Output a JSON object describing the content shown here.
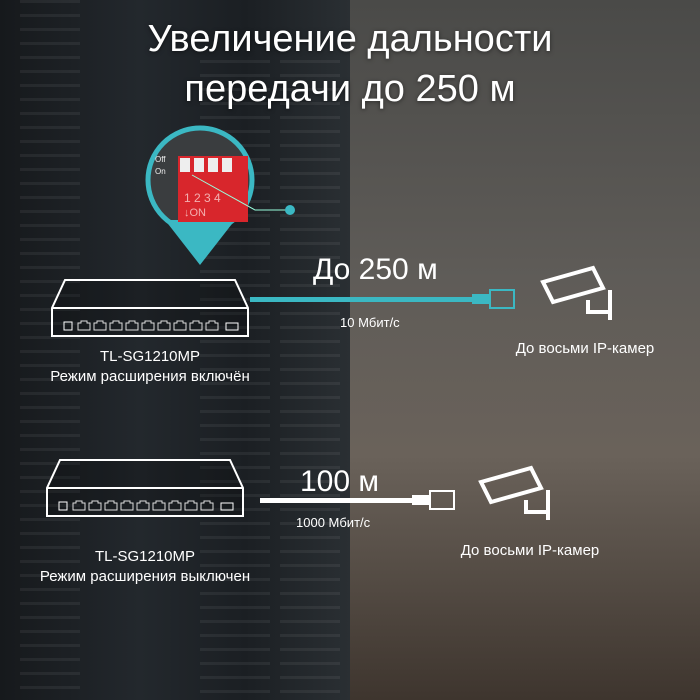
{
  "title": {
    "line1": "Увеличение дальности",
    "line2": "передачи до 250 м"
  },
  "callout": {
    "off_label": "Off",
    "on_label": "On",
    "switch_numbers": "1 2 3 4",
    "on_text": "↓ON"
  },
  "top_row": {
    "distance": "До 250 м",
    "speed": "10 Мбит/с",
    "model": "TL-SG1210MP",
    "mode": "Режим расширения включён",
    "cameras": "До восьми IP-камер",
    "cable_color": "#3bb8c3"
  },
  "bottom_row": {
    "distance": "100 м",
    "speed": "1000 Мбит/с",
    "model": "TL-SG1210MP",
    "mode": "Режим расширения выключен",
    "cameras": "До восьми IP-камер",
    "cable_color": "#ffffff"
  },
  "colors": {
    "accent": "#3bb8c3",
    "dip_switch": "#d8262c"
  }
}
